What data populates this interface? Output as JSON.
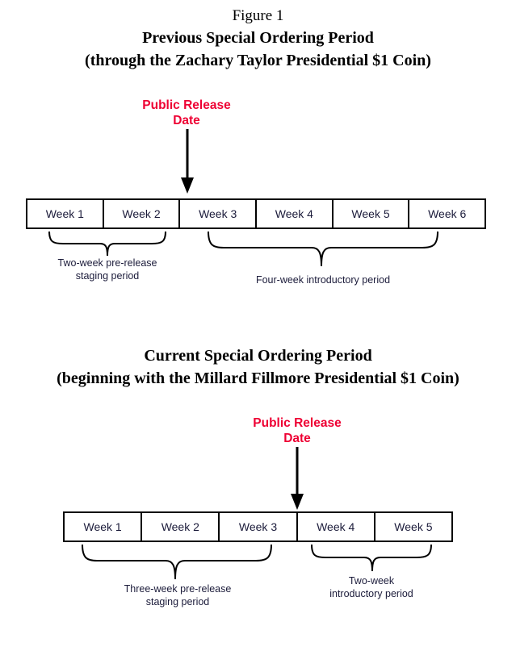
{
  "figure": {
    "label": "Figure 1"
  },
  "colors": {
    "release_red": "#ee0033",
    "line_black": "#000000",
    "text_navy": "#1b1b3a"
  },
  "diagrams": [
    {
      "id": "previous-special-ordering-period",
      "title_line1": "Previous Special Ordering Period",
      "title_line2": "(through the Zachary Taylor Presidential $1 Coin)",
      "release_marker": {
        "label_line1": "Public Release",
        "label_line2": "Date",
        "points_to": "boundary between Week 2 and Week 3"
      },
      "weeks": [
        "Week 1",
        "Week 2",
        "Week 3",
        "Week 4",
        "Week 5",
        "Week 6"
      ],
      "periods": [
        {
          "id": "pre-release-staging",
          "caption_line1": "Two-week pre-release",
          "caption_line2": "staging period",
          "spans_weeks": [
            "Week 1",
            "Week 2"
          ]
        },
        {
          "id": "introductory",
          "caption_line1": "Four-week introductory period",
          "caption_line2": "",
          "spans_weeks": [
            "Week 3",
            "Week 4",
            "Week 5",
            "Week 6"
          ]
        }
      ]
    },
    {
      "id": "current-special-ordering-period",
      "title_line1": "Current Special Ordering Period",
      "title_line2": "(beginning with the Millard Fillmore Presidential $1 Coin)",
      "release_marker": {
        "label_line1": "Public Release",
        "label_line2": "Date",
        "points_to": "boundary between Week 3 and Week 4"
      },
      "weeks": [
        "Week 1",
        "Week 2",
        "Week 3",
        "Week 4",
        "Week 5"
      ],
      "periods": [
        {
          "id": "pre-release-staging",
          "caption_line1": "Three-week pre-release",
          "caption_line2": "staging period",
          "spans_weeks": [
            "Week 1",
            "Week 2",
            "Week 3"
          ]
        },
        {
          "id": "introductory",
          "caption_line1": "Two-week",
          "caption_line2": "introductory period",
          "spans_weeks": [
            "Week 4",
            "Week 5"
          ]
        }
      ]
    }
  ]
}
